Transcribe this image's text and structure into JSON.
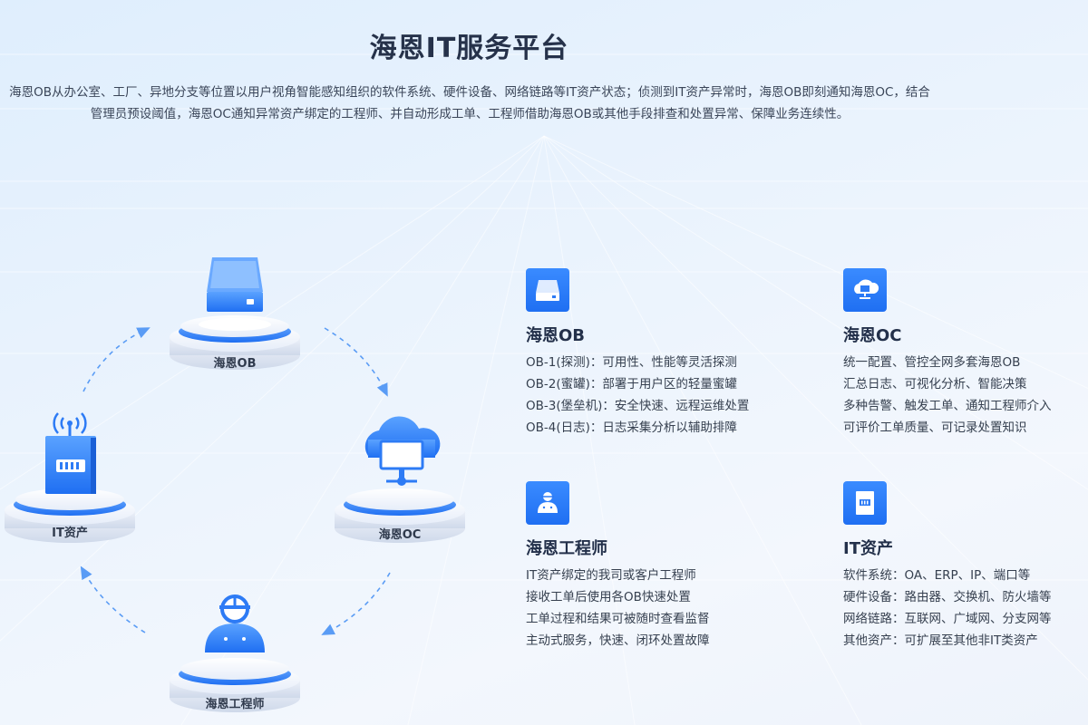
{
  "header": {
    "title": "海恩IT服务平台",
    "description": "海恩OB从办公室、工厂、异地分支等位置以用户视角智能感知组织的软件系统、硬件设备、网络链路等IT资产状态；侦测到IT资产异常时，海恩OB即刻通知海恩OC，结合管理员预设阈值，海恩OC通知异常资产绑定的工程师、并自动形成工单、工程师借助海恩OB或其他手段排查和处置异常、保障业务连续性。"
  },
  "diagram": {
    "nodes": [
      {
        "id": "ob",
        "label": "海恩OB",
        "icon": "server-icon"
      },
      {
        "id": "oc",
        "label": "海恩OC",
        "icon": "cloud-monitor-icon"
      },
      {
        "id": "engineer",
        "label": "海恩工程师",
        "icon": "engineer-icon"
      },
      {
        "id": "it",
        "label": "IT资产",
        "icon": "device-icon"
      }
    ]
  },
  "cards": [
    {
      "title": "海恩OB",
      "icon": "server-icon",
      "items": [
        "OB-1(探测)：可用性、性能等灵活探测",
        "OB-2(蜜罐)：部署于用户区的轻量蜜罐",
        "OB-3(堡垒机)：安全快速、远程运维处置",
        "OB-4(日志)：日志采集分析以辅助排障"
      ]
    },
    {
      "title": "海恩OC",
      "icon": "cloud-monitor-icon",
      "items": [
        "统一配置、管控全网多套海恩OB",
        "汇总日志、可视化分析、智能决策",
        "多种告警、触发工单、通知工程师介入",
        "可评价工单质量、可记录处置知识"
      ]
    },
    {
      "title": "海恩工程师",
      "icon": "engineer-icon",
      "items": [
        "IT资产绑定的我司或客户工程师",
        "接收工单后使用各OB快速处置",
        "工单过程和结果可被随时查看监督",
        "主动式服务，快速、闭环处置故障"
      ]
    },
    {
      "title": "IT资产",
      "icon": "device-icon",
      "items": [
        "软件系统：OA、ERP、IP、端口等",
        "硬件设备：路由器、交换机、防火墙等",
        "网络链路：互联网、广域网、分支网等",
        "其他资产：可扩展至其他非IT类资产"
      ]
    }
  ],
  "colors": {
    "accent": "#1f6ff2",
    "accent_light": "#5aa2ff",
    "text": "#2b3445"
  }
}
